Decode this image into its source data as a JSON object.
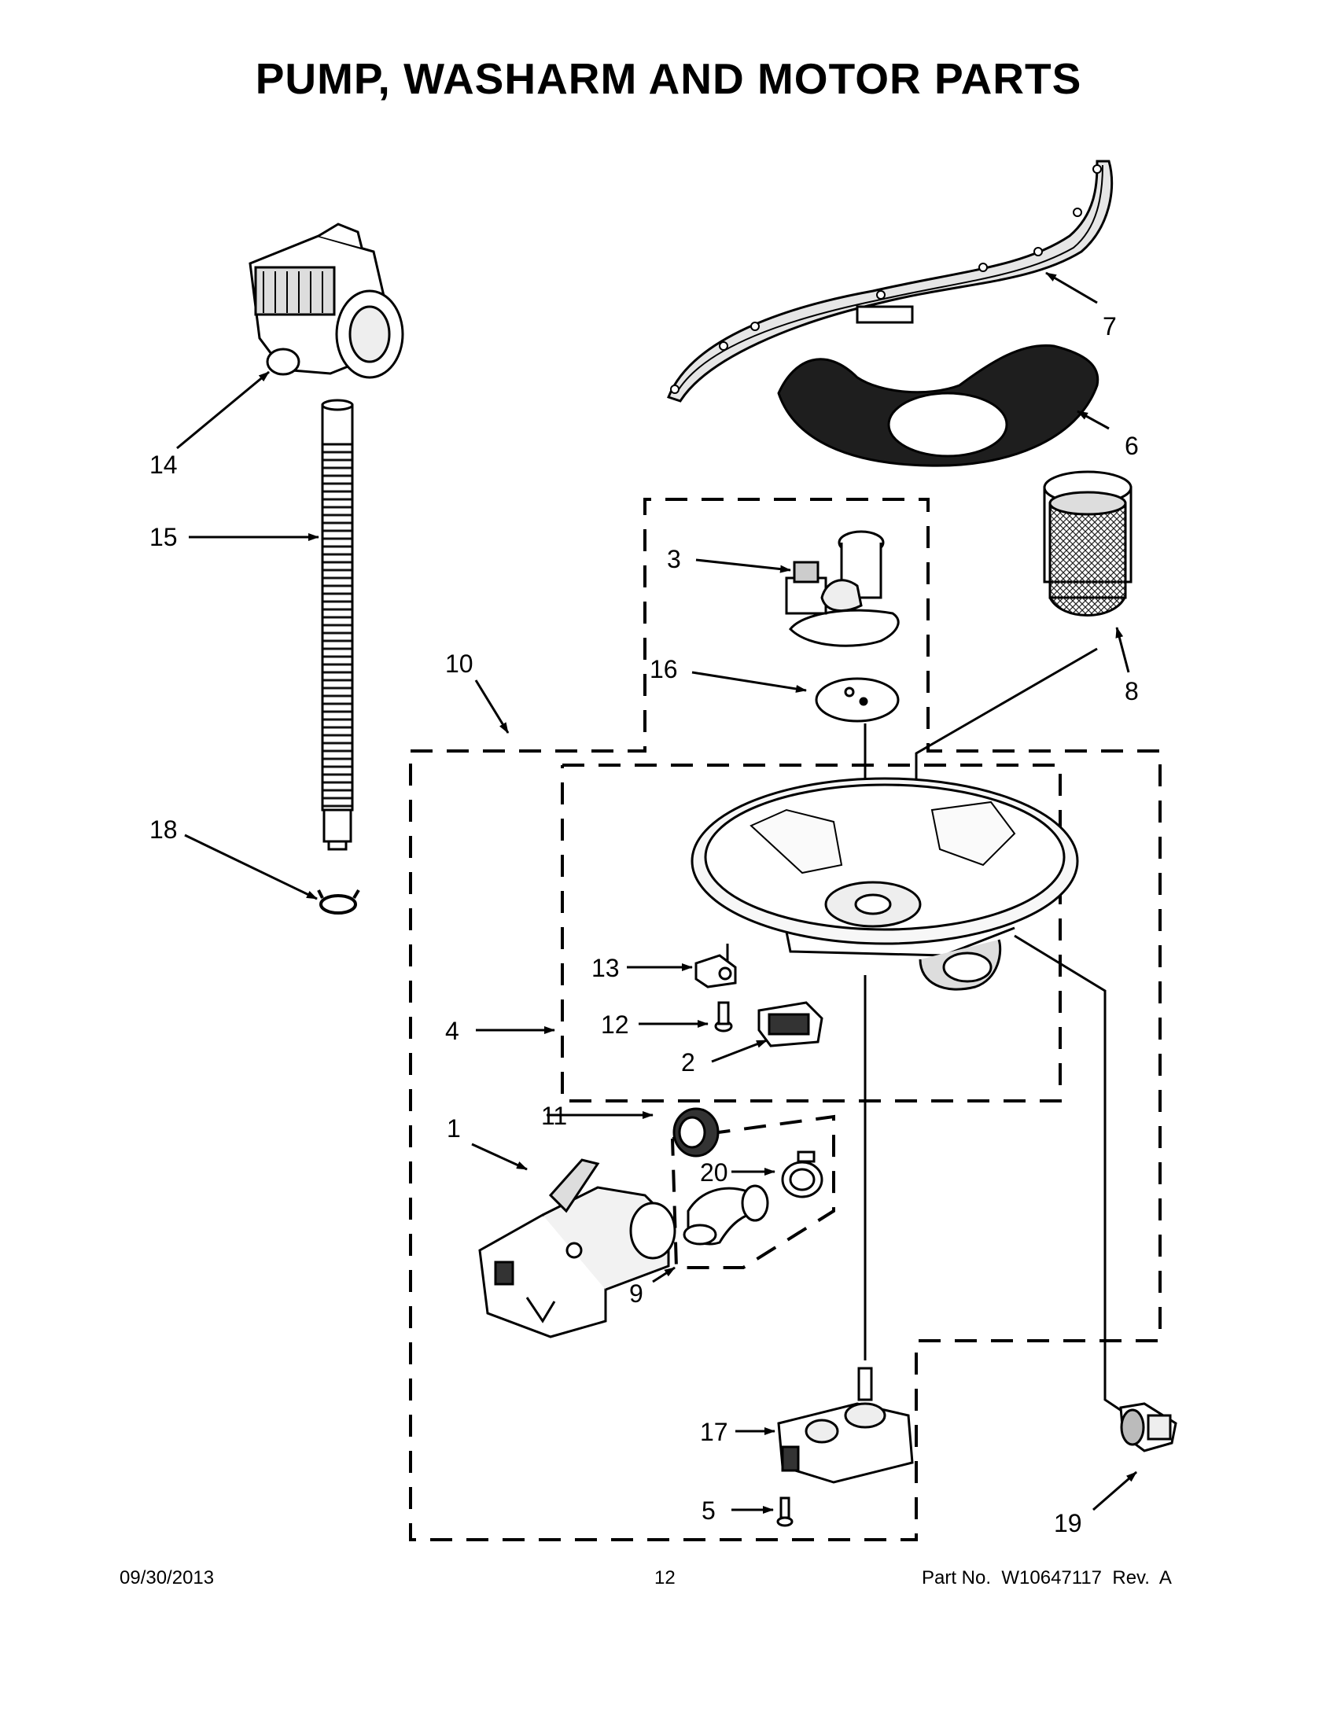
{
  "page": {
    "title": "PUMP, WASHARM AND MOTOR PARTS"
  },
  "callouts": {
    "c1": "1",
    "c2": "2",
    "c3": "3",
    "c4": "4",
    "c5": "5",
    "c6": "6",
    "c7": "7",
    "c8": "8",
    "c9": "9",
    "c10": "10",
    "c11": "11",
    "c12": "12",
    "c13": "13",
    "c14": "14",
    "c15": "15",
    "c16": "16",
    "c17": "17",
    "c18": "18",
    "c19": "19",
    "c20": "20"
  },
  "footer": {
    "date": "09/30/2013",
    "page_number": "12",
    "part_number": "Part No.  W10647117  Rev.  A"
  }
}
